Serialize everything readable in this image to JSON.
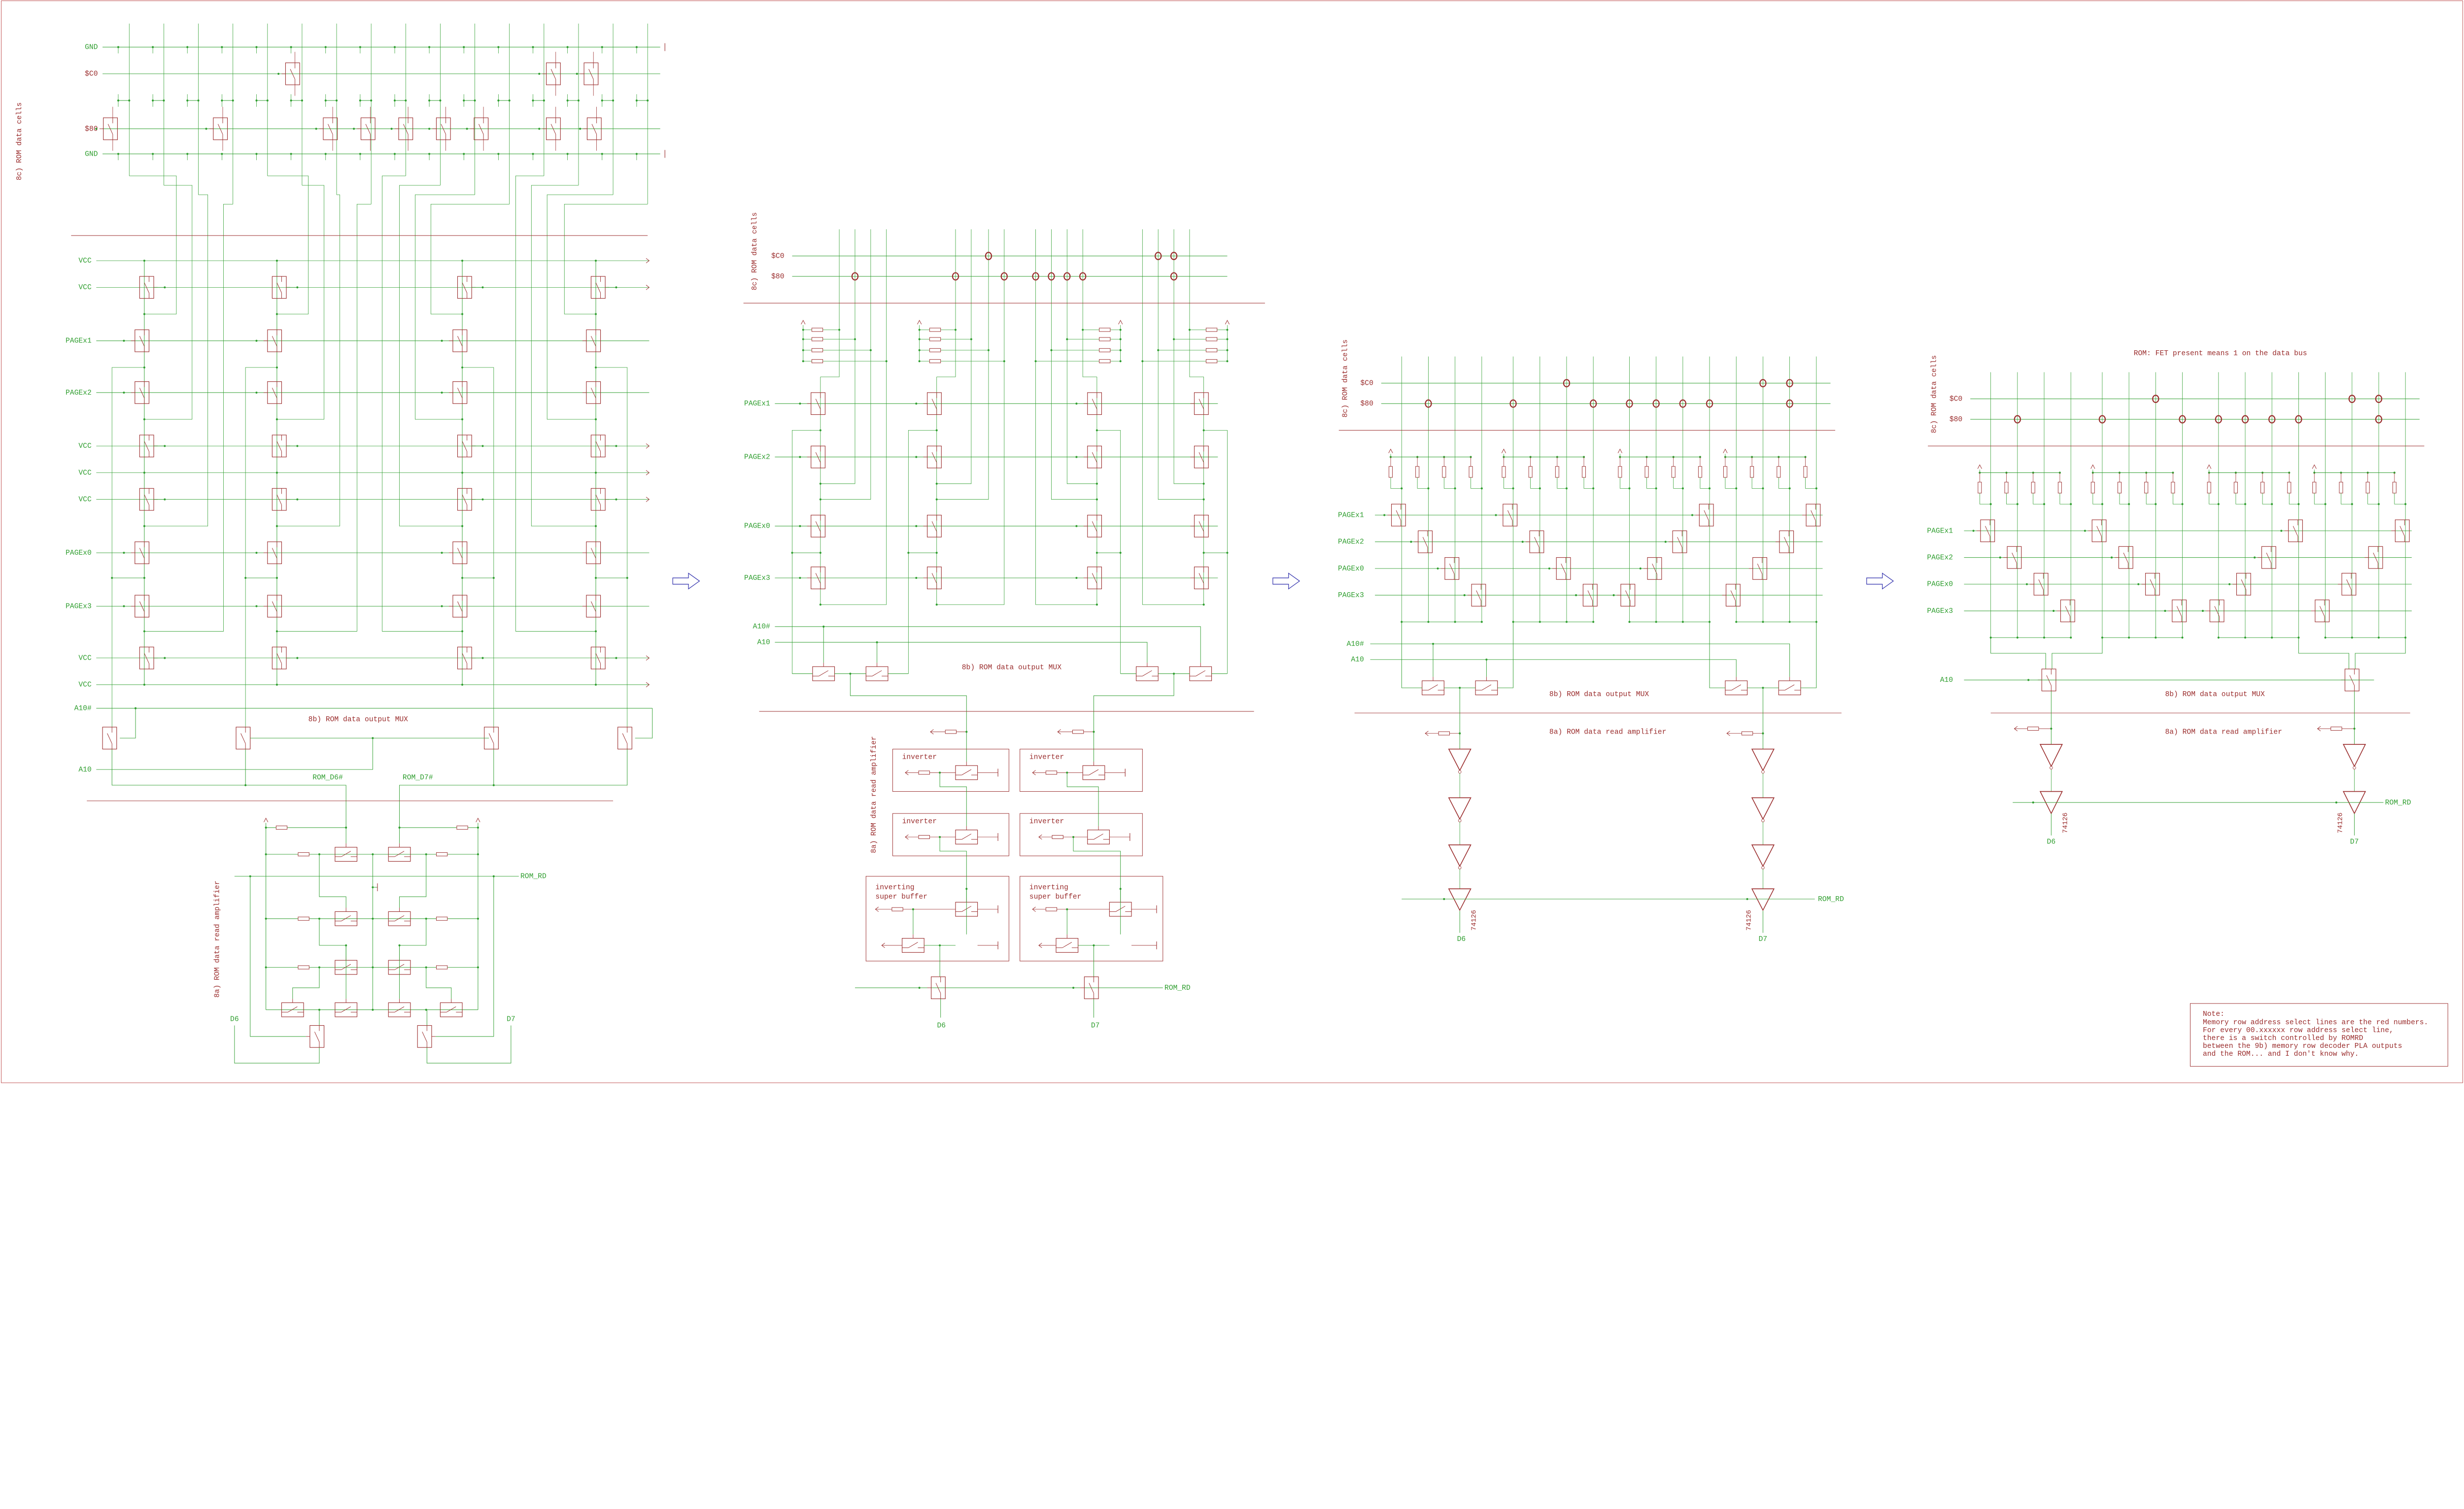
{
  "colors": {
    "wire": "#2f9e2f",
    "part": "#9a2c2c",
    "arrow": "#3a3ab0",
    "border": "#c05050"
  },
  "panel1": {
    "section_cells": "8c) ROM data cells",
    "cell_rows": [
      "GND",
      "$C0",
      "$80",
      "GND"
    ],
    "mid_rows": [
      "VCC",
      "VCC",
      "PAGEx1",
      "PAGEx2",
      "VCC",
      "VCC",
      "VCC",
      "PAGEx0",
      "PAGEx3",
      "VCC",
      "VCC"
    ],
    "a10n": "A10#",
    "a10": "A10",
    "section_mux": "8b) ROM data output MUX",
    "rom_d6n": "ROM_D6#",
    "rom_d7n": "ROM_D7#",
    "section_amp": "8a) ROM data read amplifier",
    "rom_rd": "ROM_RD",
    "d6": "D6",
    "d7": "D7"
  },
  "panel2": {
    "section_cells": "8c) ROM data cells",
    "cell_rows": [
      "$C0",
      "$80"
    ],
    "page_rows": [
      "PAGEx1",
      "PAGEx2",
      "PAGEx0",
      "PAGEx3"
    ],
    "a10n": "A10#",
    "a10": "A10",
    "section_mux": "8b) ROM data output MUX",
    "section_amp": "8a) ROM data read amplifier",
    "boxes": [
      "inverter",
      "inverter",
      "inverter",
      "inverter"
    ],
    "super_buffers": [
      [
        "inverting",
        "super buffer"
      ],
      [
        "inverting",
        "super buffer"
      ]
    ],
    "rom_rd": "ROM_RD",
    "d6": "D6",
    "d7": "D7"
  },
  "panel3": {
    "section_cells": "8c) ROM data cells",
    "cell_rows": [
      "$C0",
      "$80"
    ],
    "page_rows": [
      "PAGEx1",
      "PAGEx2",
      "PAGEx0",
      "PAGEx3"
    ],
    "a10n": "A10#",
    "a10": "A10",
    "section_mux": "8b) ROM data output MUX",
    "section_amp": "8a) ROM data read amplifier",
    "chips": [
      "74126",
      "74126"
    ],
    "rom_rd": "ROM_RD",
    "d6": "D6",
    "d7": "D7"
  },
  "panel4": {
    "title": "ROM: FET present means 1 on the data bus",
    "section_cells": "8c) ROM data cells",
    "cell_rows": [
      "$C0",
      "$80"
    ],
    "page_rows": [
      "PAGEx1",
      "PAGEx2",
      "PAGEx0",
      "PAGEx3"
    ],
    "a10": "A10",
    "section_mux": "8b) ROM data output MUX",
    "section_amp": "8a) ROM data read amplifier",
    "chips": [
      "74126",
      "74126"
    ],
    "rom_rd": "ROM_RD",
    "d6": "D6",
    "d7": "D7"
  },
  "note": {
    "lines": [
      "Note:",
      "Memory row address select lines are the red numbers.",
      "For every 00.xxxxxx row address select line,",
      "there is a switch controlled by ROMRD",
      "between the 9b) memory row decoder PLA outputs",
      "and the ROM... and I don't know why."
    ]
  }
}
